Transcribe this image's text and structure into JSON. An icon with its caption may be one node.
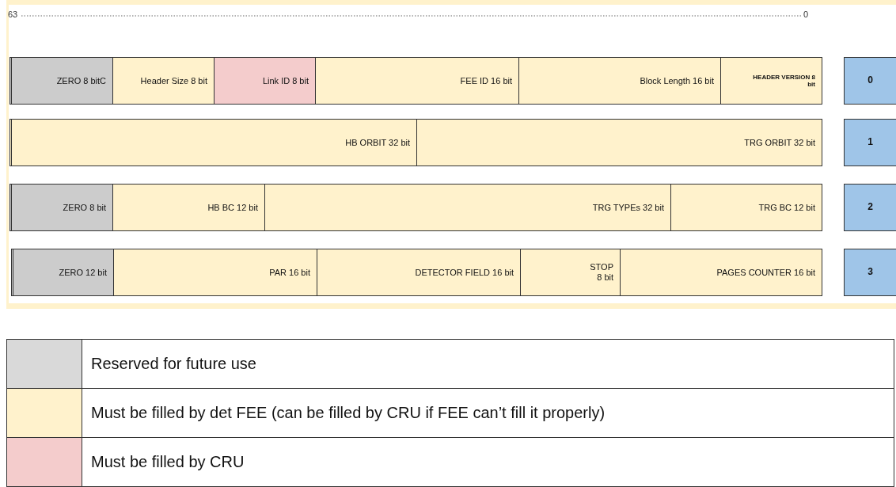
{
  "diagram": {
    "nodes": [
      {
        "text": [
          "ZERO 8 bitC"
        ]
      },
      {
        "text": [
          "Header Size 8 bit"
        ]
      },
      {
        "text": [
          "Link ID 8 bit"
        ]
      },
      {
        "text": [
          "FEE ID 16 bit"
        ]
      },
      {
        "text": [
          "Block Length 16 bit"
        ]
      },
      {
        "text": [
          "HEADER VERSION 8 bit"
        ]
      },
      {
        "text": [
          "0"
        ]
      },
      {
        "text": [
          "HB ORBIT 32 bit"
        ]
      },
      {
        "text": [
          "TRG ORBIT 32 bit"
        ]
      },
      {
        "text": [
          "1"
        ]
      },
      {
        "text": [
          "ZERO 8 bit"
        ]
      },
      {
        "text": [
          "HB BC 12 bit"
        ]
      },
      {
        "text": [
          "TRG TYPEs 32 bit"
        ]
      },
      {
        "text": [
          "TRG BC 12 bit"
        ]
      },
      {
        "text": [
          "2"
        ]
      },
      {
        "text": [
          "ZERO 12 bit"
        ]
      },
      {
        "text": [
          "PAR 16 bit"
        ]
      },
      {
        "text": [
          "DETECTOR FIELD 16 bit"
        ]
      },
      {
        "text": [
          "STOP 8 bit"
        ]
      },
      {
        "text": [
          "PAGES COUNTER 16 bit"
        ]
      },
      {
        "text": [
          "3"
        ]
      }
    ],
    "edges": [],
    "labels": [
      "63",
      "0"
    ],
    "legend": [
      {
        "text": "Reserved for future use",
        "color": "#d9d9d9"
      },
      {
        "text": "Must be filled by det FEE (can be filled by CRU if FEE can’t fill it properly)",
        "color": "#fff2cc"
      },
      {
        "text": "Must be filled by CRU",
        "color": "#f4cccc"
      }
    ]
  }
}
